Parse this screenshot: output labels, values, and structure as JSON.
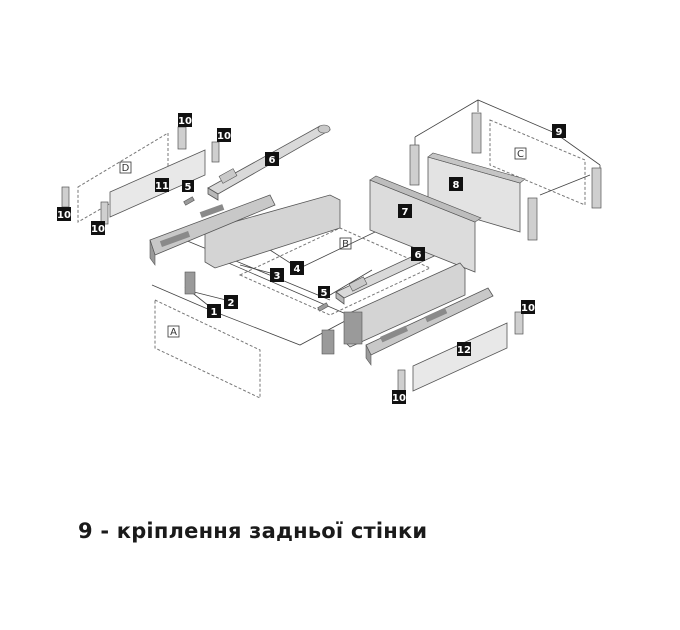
{
  "caption": "9 - кріплення задньої стінки",
  "callouts": [
    "1",
    "2",
    "3",
    "4",
    "5",
    "5",
    "6",
    "6",
    "7",
    "8",
    "9",
    "10",
    "10",
    "10",
    "10",
    "10",
    "10",
    "11",
    "12"
  ],
  "panel_letters": [
    "A",
    "B",
    "C",
    "D"
  ],
  "colors": {
    "part_fill": "#d9d9d9",
    "part_shade": "#b8b8b8",
    "part_dark": "#8a8a8a",
    "outline": "#555555",
    "dashed": "#777777",
    "callout_bg": "#111111"
  }
}
